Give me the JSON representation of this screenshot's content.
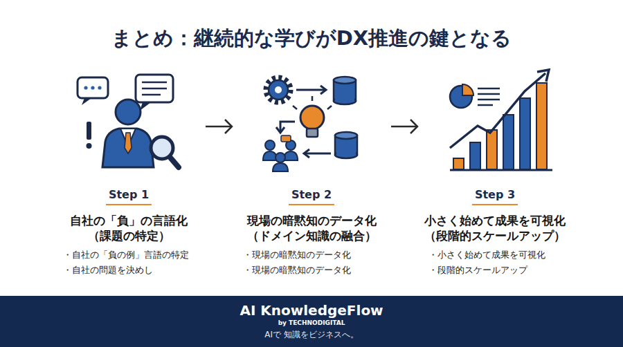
{
  "diagram": {
    "title": "まとめ：継続的な学びがDX推進の鍵となる",
    "nodes": [
      {
        "text": [
          "Step 1",
          "自社の「負」の言語化",
          "（課題の特定）",
          "・自社の「負の例」言語の特定",
          "・自社の問題を決めし"
        ]
      },
      {
        "text": [
          "Step 2",
          "現場の暗黙知のデータ化",
          "（ドメイン知識の融合）",
          "・現場の暗黙知のデータ化",
          "・現場の暗黙知のデータ化"
        ]
      },
      {
        "text": [
          "Step 3",
          "小さく始めて成果を可視化",
          "（段階的スケールアップ）",
          "・小さく始めて成果を可視化",
          "・段階的スケールアップ"
        ]
      },
      {
        "text": [
          "AI KnowledgeFlow",
          "by TECHNODIGITAL",
          "AIで 知識をビジネスへ。"
        ]
      }
    ],
    "edges": [
      {
        "from": 0,
        "to": 1,
        "arrow": "to"
      },
      {
        "from": 1,
        "to": 2,
        "arrow": "to"
      }
    ]
  }
}
